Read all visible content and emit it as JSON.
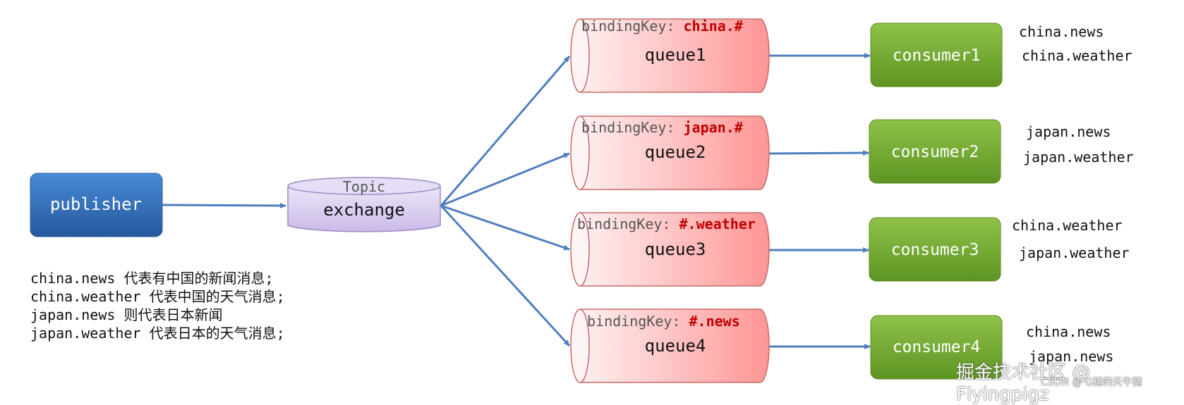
{
  "publisher": {
    "label": "publisher"
  },
  "exchange": {
    "type_label": "Topic",
    "label": "exchange"
  },
  "binding_prefix": "bindingKey: ",
  "queues": [
    {
      "label": "queue1",
      "binding_key": "china.#"
    },
    {
      "label": "queue2",
      "binding_key": "japan.#"
    },
    {
      "label": "queue3",
      "binding_key": "#.weather"
    },
    {
      "label": "queue4",
      "binding_key": "#.news"
    }
  ],
  "consumers": [
    {
      "label": "consumer1",
      "keys": [
        "china.news",
        "china.weather"
      ]
    },
    {
      "label": "consumer2",
      "keys": [
        "japan.news",
        "japan.weather"
      ]
    },
    {
      "label": "consumer3",
      "keys": [
        "china.weather",
        "japan.weather"
      ]
    },
    {
      "label": "consumer4",
      "keys": [
        "china.news",
        "japan.news"
      ]
    }
  ],
  "notes": [
    "china.news 代表有中国的新闻消息;",
    "china.weather 代表中国的天气消息;",
    "japan.news 则代表日本新闻",
    "japan.weather 代表日本的天气消息;"
  ],
  "watermark": {
    "main": "掘金技术社区 @ Flyingpigz",
    "sub": "CSDN @ G猪的天牛猪"
  },
  "colors": {
    "publisher": "#2e6db5",
    "exchange": "#d9cdf0",
    "queue": "#ff9a9a",
    "consumer": "#77a832",
    "arrow": "#4f7fbf",
    "binding_key": "#c00000"
  }
}
